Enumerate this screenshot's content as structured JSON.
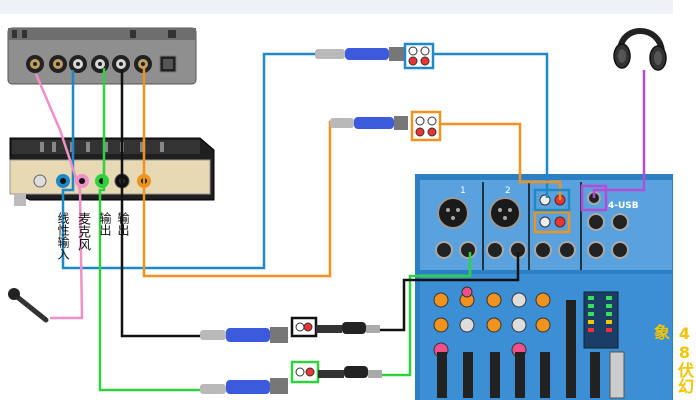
{
  "colors": {
    "wire_blue": "#1e88c8",
    "wire_orange": "#f0931e",
    "wire_green": "#2fd13c",
    "wire_pink": "#f08fc8",
    "wire_black": "#111111",
    "wire_purple": "#b44dd6",
    "mixer_blue": "#2d7fc4",
    "mixer_panel": "#5aa2de"
  },
  "port_labels": [
    {
      "text": "线性输入"
    },
    {
      "text": "麦克风"
    },
    {
      "text": "输出"
    },
    {
      "text": "输出"
    }
  ],
  "mixer": {
    "brand": "4-USB",
    "side_text": "48伏幻象",
    "channel_numbers": [
      "1",
      "2"
    ]
  },
  "icons": [
    "headphones-icon",
    "microphone-icon",
    "sound-card-icon",
    "mixer-icon",
    "rca-plug-icon",
    "jack-plug-icon"
  ]
}
